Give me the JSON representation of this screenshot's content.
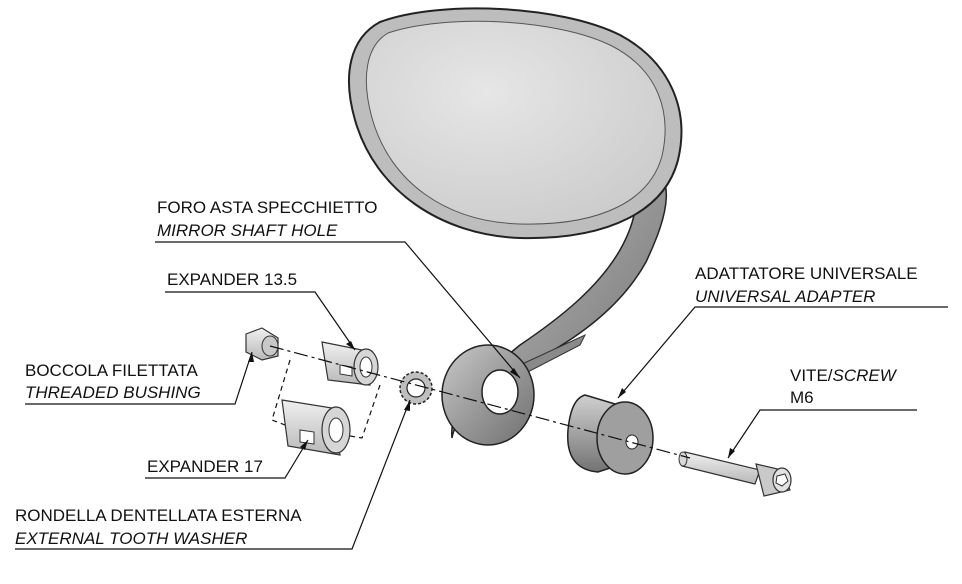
{
  "labels": {
    "mirror_shaft_hole": {
      "it": "FORO ASTA SPECCHIETTO",
      "en": "MIRROR SHAFT HOLE"
    },
    "expander_13_5": {
      "text": "EXPANDER 13.5"
    },
    "threaded_bushing": {
      "it": "BOCCOLA FILETTATA",
      "en": "THREADED BUSHING"
    },
    "universal_adapter": {
      "it": "ADATTATORE UNIVERSALE",
      "en": "UNIVERSAL ADAPTER"
    },
    "screw": {
      "it": "VITE/",
      "en": "SCREW",
      "size": "M6"
    },
    "expander_17": {
      "text": "EXPANDER 17"
    },
    "tooth_washer": {
      "it": "RONDELLA DENTELLATA ESTERNA",
      "en": "EXTERNAL TOOTH WASHER"
    }
  },
  "colors": {
    "part_light": "#d9d9d9",
    "part_mid": "#a9a9a9",
    "part_dark": "#6e6e6e",
    "line": "#111111"
  }
}
